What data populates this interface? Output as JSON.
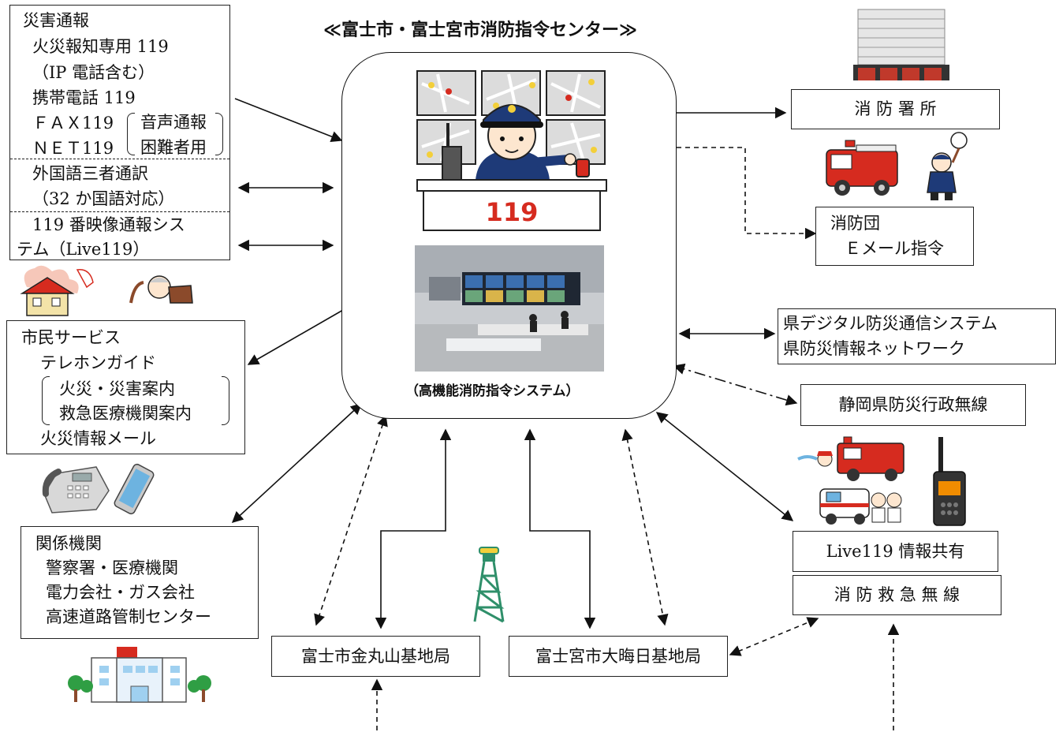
{
  "title": "≪富士市・富士宮市消防指令センター≫",
  "center": {
    "console_label": "119",
    "system_caption": "（高機能消防指令システム）"
  },
  "disaster_report": {
    "heading": "災害通報",
    "line1": "火災報知専用 119",
    "line2": "（IP 電話含む）",
    "line3": "携帯電話 119",
    "fax": "ＦＡＸ119",
    "net": "ＮＥＴ119",
    "note1": "音声通報",
    "note2": "困難者用",
    "interpreter1": "外国語三者通訳",
    "interpreter2": "（32 か国語対応）",
    "video1": "119 番映像通報シス",
    "video2": "テム（Live119）"
  },
  "citizen": {
    "heading": "市民サービス",
    "guide": "テレホンガイド",
    "item1": "火災・災害案内",
    "item2": "救急医療機関案内",
    "mail": "火災情報メール"
  },
  "agencies": {
    "heading": "関係機関",
    "line1": "警察署・医療機関",
    "line2": "電力会社・ガス会社",
    "line3": "高速道路管制センター"
  },
  "fire_station": "消 防 署 所",
  "volunteer": {
    "line1": "消防団",
    "line2": "Ｅメール指令"
  },
  "prefecture": {
    "line1": "県デジタル防災通信システム",
    "line2": "県防災情報ネットワーク"
  },
  "shizuoka_radio": "静岡県防災行政無線",
  "live_share": "Live119 情報共有",
  "fire_radio": "消 防 救 急 無 線",
  "base_fuji": "富士市金丸山基地局",
  "base_fujinomiya": "富士宮市大晦日基地局",
  "colors": {
    "fire_red": "#d62b1f",
    "navy": "#1e3a78",
    "tower_green": "#2f8f6a"
  }
}
